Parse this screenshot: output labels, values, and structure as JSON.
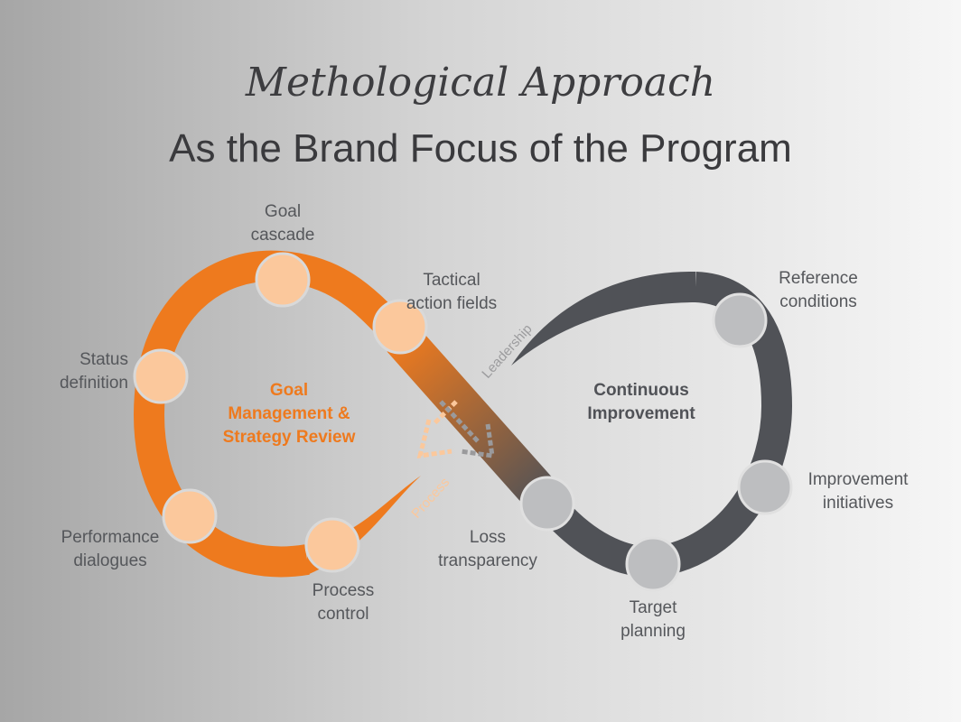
{
  "header": {
    "title": "Methological Approach",
    "subtitle": "As the Brand Focus of the Program"
  },
  "colors": {
    "orange": "#ee7a1e",
    "light_orange": "#fbc89c",
    "dark_gray": "#505257",
    "light_gray": "#bdbec0"
  },
  "loops": {
    "left_center": [
      "Goal",
      "Management &",
      "Strategy Review"
    ],
    "right_center": [
      "Continuous",
      "Improvement"
    ],
    "arrow_labels": {
      "leadership": "Leadership",
      "process": "Process"
    }
  },
  "nodes": {
    "goal_cascade": [
      "Goal",
      "cascade"
    ],
    "tactical_action_fields": [
      "Tactical",
      "action fields"
    ],
    "status_definition": [
      "Status",
      "definition"
    ],
    "performance_dialogues": [
      "Performance",
      "dialogues"
    ],
    "process_control": [
      "Process",
      "control"
    ],
    "loss_transparency": [
      "Loss",
      "transparency"
    ],
    "target_planning": [
      "Target",
      "planning"
    ],
    "improvement_initiatives": [
      "Improvement",
      "initiatives"
    ],
    "reference_conditions": [
      "Reference",
      "conditions"
    ]
  }
}
